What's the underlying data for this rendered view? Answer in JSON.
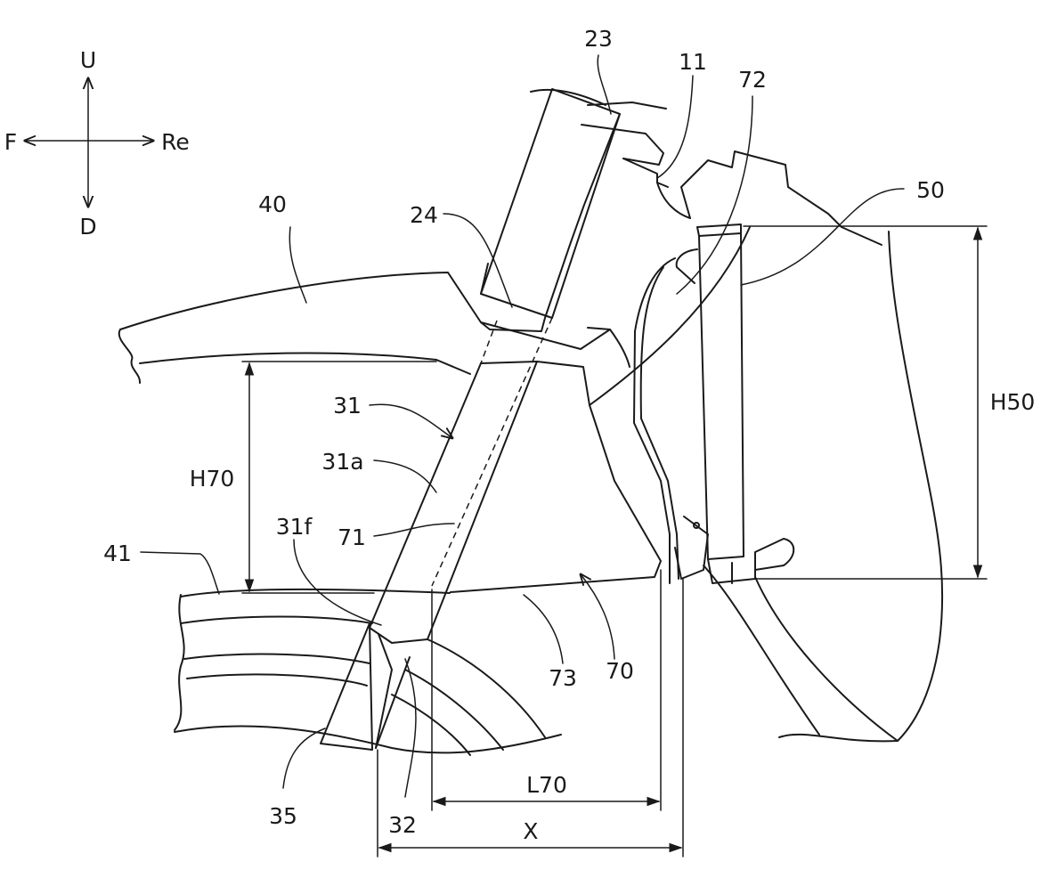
{
  "axes": {
    "up": "U",
    "down": "D",
    "front": "F",
    "rear": "Re"
  },
  "labels": {
    "l23": "23",
    "l11": "11",
    "l72": "72",
    "l50": "50",
    "l40": "40",
    "l24": "24",
    "l31": "31",
    "l31a": "31a",
    "l71": "71",
    "l31f": "31f",
    "l41": "41",
    "l73": "73",
    "l70": "70",
    "l35": "35",
    "l32": "32"
  },
  "dimensions": {
    "h70": "H70",
    "h50": "H50",
    "l70": "L70",
    "x": "X"
  }
}
